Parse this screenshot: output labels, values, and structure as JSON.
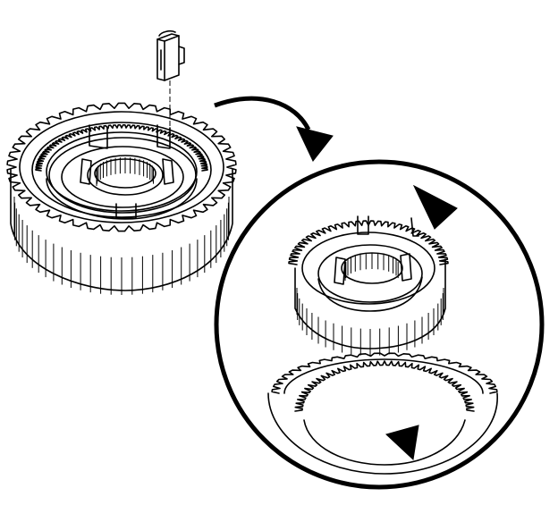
{
  "diagram": {
    "background": "#ffffff",
    "ink": "#000000",
    "main_assembly": {
      "outer_teeth": 46,
      "inner_teeth": 56
    },
    "detail_sleeve": {
      "outer_teeth": 34
    },
    "detail_hub": {
      "inner_teeth": 40
    }
  }
}
